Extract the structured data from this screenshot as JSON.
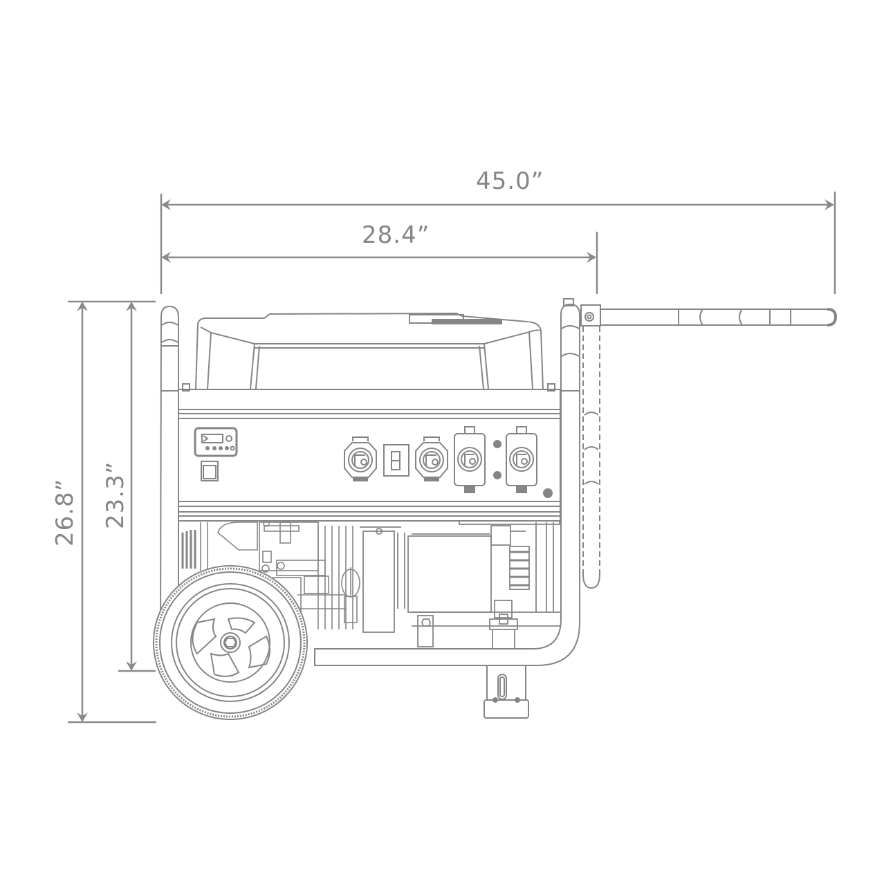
{
  "diagram": {
    "subject": "Portable generator side-view line drawing with dimensions",
    "line_color": "#858585",
    "background": "#ffffff"
  },
  "dimensions": {
    "overall_length": {
      "label": "45.0”",
      "value": 45.0,
      "unit": "in",
      "description": "Length with handle extended"
    },
    "frame_length": {
      "label": "28.4”",
      "value": 28.4,
      "unit": "in",
      "description": "Length of frame"
    },
    "overall_height": {
      "label": "26.8”",
      "value": 26.8,
      "unit": "in",
      "description": "Height including wheel"
    },
    "frame_height": {
      "label": "23.3”",
      "value": 23.3,
      "unit": "in",
      "description": "Height to frame bottom"
    }
  },
  "components": [
    {
      "name": "fuel-tank",
      "label": "Fuel tank / top cover"
    },
    {
      "name": "control-panel",
      "label": "Control panel"
    },
    {
      "name": "hour-meter-display",
      "label": "Digital display"
    },
    {
      "name": "power-switch",
      "label": "Rocker switch"
    },
    {
      "name": "outlets",
      "label": "Twist-lock and duplex outlets"
    },
    {
      "name": "engine",
      "label": "Engine"
    },
    {
      "name": "alternator",
      "label": "Alternator"
    },
    {
      "name": "wheel",
      "label": "Wheel"
    },
    {
      "name": "support-leg",
      "label": "Support leg"
    },
    {
      "name": "fold-handle",
      "label": "Folding handle"
    }
  ]
}
